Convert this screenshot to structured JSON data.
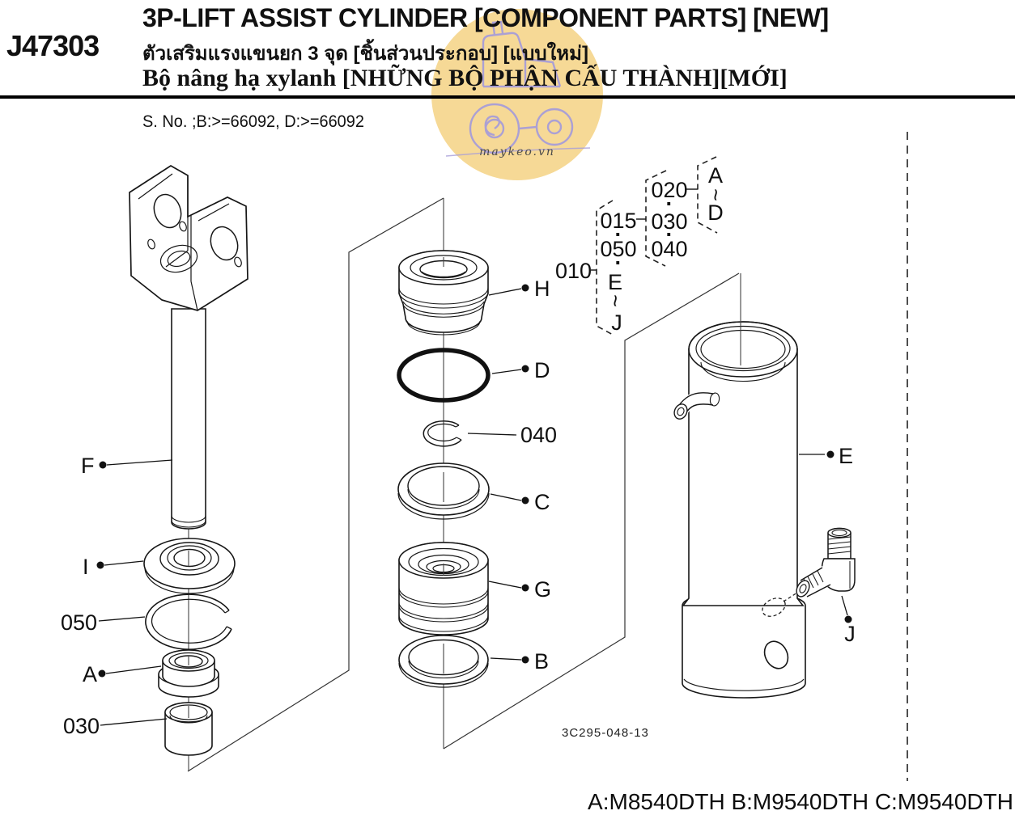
{
  "header": {
    "code": "J47303",
    "title_en": "3P-LIFT ASSIST CYLINDER [COMPONENT PARTS] [NEW]",
    "title_th": "ตัวเสริมแรงแขนยก 3 จุด [ชิ้นส่วนประกอบ] [แบบใหม่]",
    "title_vi": "Bộ nâng hạ xylanh [NHỮNG BỘ PHẬN CẤU THÀNH][MỚI]",
    "serial_note": "S. No. ;B:>=66092, D:>=66092"
  },
  "watermark": {
    "text": "maykeo.vn",
    "circle_color": "#f6d996",
    "line_color": "#a89dd8"
  },
  "diagram": {
    "drawing_number": "3C295-048-13",
    "part_labels": {
      "F": "F",
      "I": "I",
      "n050": "050",
      "A": "A",
      "n030": "030",
      "H": "H",
      "D": "D",
      "n040": "040",
      "C": "C",
      "G": "G",
      "B": "B",
      "E": "E",
      "J": "J"
    },
    "callouts": {
      "root": "010",
      "group_e_j": {
        "items": [
          "015",
          "·",
          "050",
          "·",
          "E",
          "~",
          "J"
        ]
      },
      "group_mid": {
        "items": [
          "020",
          "·",
          "030",
          "·",
          "040"
        ]
      },
      "group_a_d": {
        "items": [
          "A",
          "~",
          "D"
        ]
      }
    }
  },
  "footer": {
    "models": "A:M8540DTH B:M9540DTH C:M9540DTH"
  }
}
